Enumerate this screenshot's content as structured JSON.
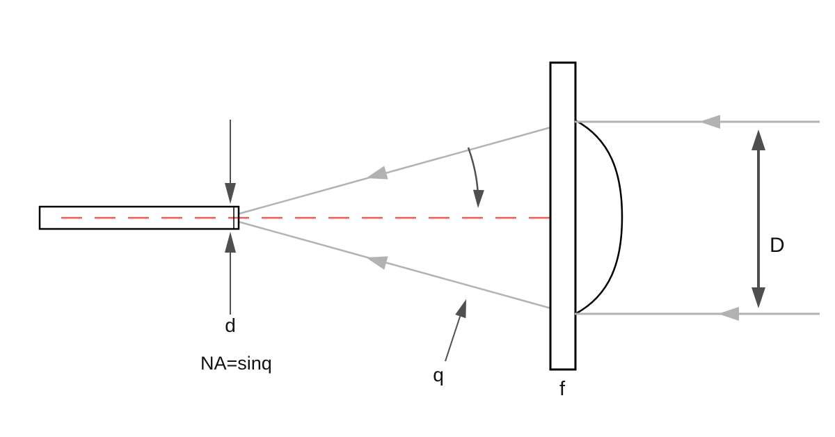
{
  "labels": {
    "core_diameter": "d",
    "na_formula": "NA=sinq",
    "angle": "q",
    "focal_length": "f",
    "beam_diameter": "D"
  },
  "colors": {
    "outline": "#000000",
    "ray": "#b2b2b2",
    "dimension": "#4f4f4f",
    "axis": "#e85d5d",
    "text": "#111111",
    "background": "#ffffff"
  }
}
